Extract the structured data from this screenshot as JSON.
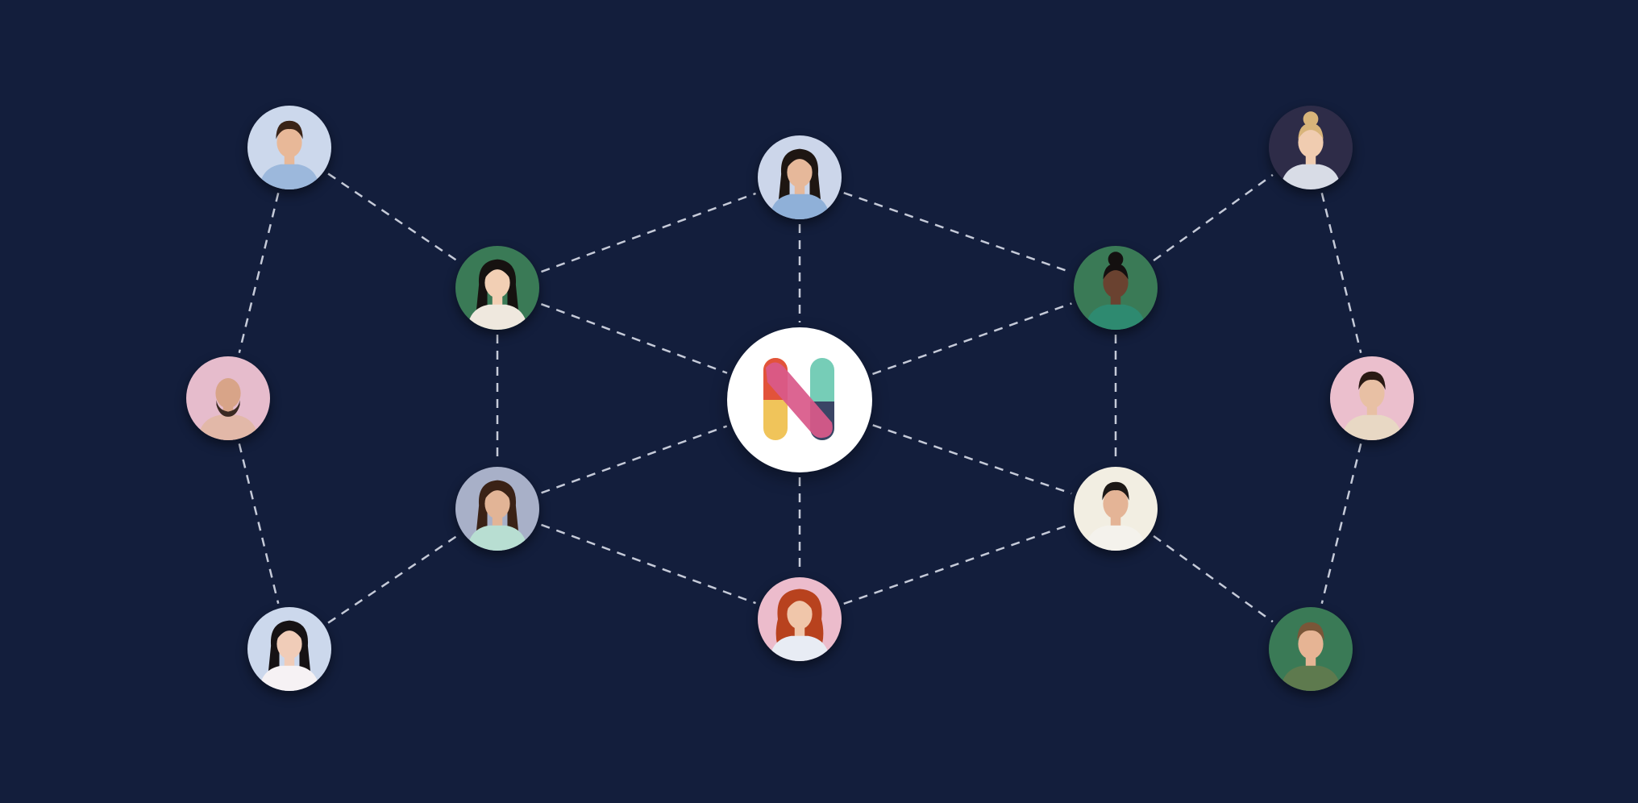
{
  "hub": {
    "logo_name": "n-brand-logo",
    "colors": {
      "red": "#e2533a",
      "yellow": "#f0c45a",
      "pink": "#d9598a",
      "teal": "#76cdb7",
      "navy": "#3a4565"
    }
  },
  "background_color": "#131e3c",
  "edge_color": "#c5cad8",
  "people": [
    {
      "id": "p1",
      "bg": "#ccd8ec",
      "skin": "#e8b898",
      "hair": "#3a2418",
      "hair_style": "short",
      "shirt": "#9cb8dc"
    },
    {
      "id": "p2",
      "bg": "#ccd6ea",
      "skin": "#e6b89a",
      "hair": "#1e1612",
      "hair_style": "long",
      "shirt": "#8fb0d8"
    },
    {
      "id": "p3",
      "bg": "#2e2c48",
      "skin": "#f0ccb0",
      "hair": "#d8b47a",
      "hair_style": "bun",
      "shirt": "#d8dce6"
    },
    {
      "id": "p4",
      "bg": "#3a7a56",
      "skin": "#f2cfb4",
      "hair": "#161210",
      "hair_style": "long",
      "shirt": "#efe8de"
    },
    {
      "id": "p5",
      "bg": "#3a7a56",
      "skin": "#6a4230",
      "hair": "#141010",
      "hair_style": "bun",
      "shirt": "#2e8a70"
    },
    {
      "id": "p6",
      "bg": "#e6bccc",
      "skin": "#d8a488",
      "hair": "#3a2a22",
      "hair_style": "bald",
      "shirt": "#e2b8a8"
    },
    {
      "id": "p7",
      "bg": "#ebbfcd",
      "skin": "#e8c0a4",
      "hair": "#2a1a14",
      "hair_style": "short",
      "shirt": "#e8d8c4"
    },
    {
      "id": "p8",
      "bg": "#a8b0c8",
      "skin": "#e2b496",
      "hair": "#3a2216",
      "hair_style": "long",
      "shirt": "#b8ded2"
    },
    {
      "id": "p9",
      "bg": "#f2eee2",
      "skin": "#e4b496",
      "hair": "#1c1816",
      "hair_style": "short",
      "shirt": "#f4f2ec"
    },
    {
      "id": "p10",
      "bg": "#ccd8ec",
      "skin": "#f0ccb8",
      "hair": "#161214",
      "hair_style": "long",
      "shirt": "#f6f2f4"
    },
    {
      "id": "p11",
      "bg": "#ecbccc",
      "skin": "#f0c6aa",
      "hair": "#b8421e",
      "hair_style": "curly",
      "shirt": "#e8ecf4"
    },
    {
      "id": "p12",
      "bg": "#3a7a56",
      "skin": "#e6b494",
      "hair": "#7a5638",
      "hair_style": "short",
      "shirt": "#5e7a4e"
    }
  ]
}
